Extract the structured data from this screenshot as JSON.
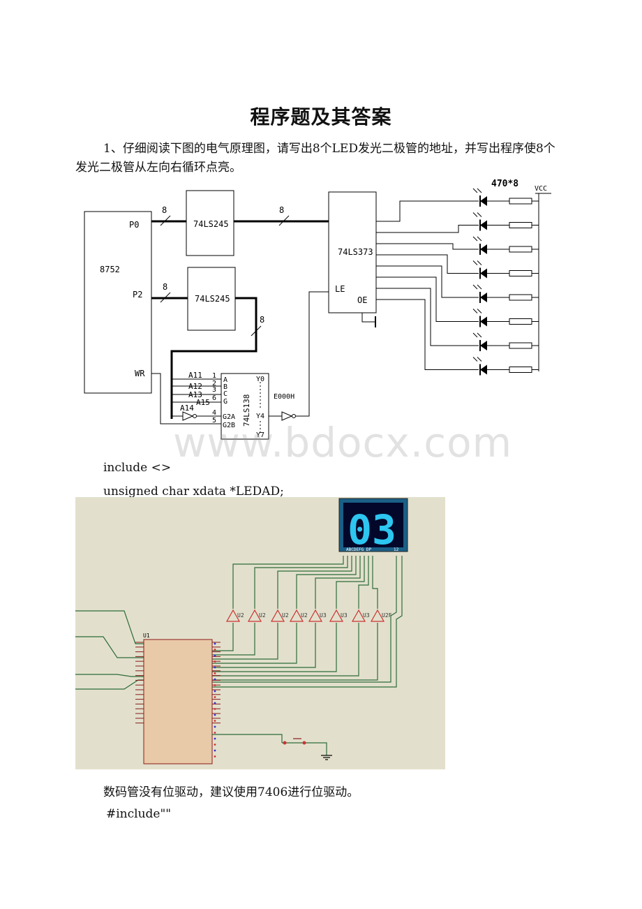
{
  "doc": {
    "title": "程序题及其答案",
    "question1": "1、仔细阅读下图的电气原理图，请写出8个LED发光二极管的地址，并写出程序使8个发光二极管从左向右循环点亮。",
    "code_include": "include <>",
    "code_decl": "unsigned char xdata *LEDAD;",
    "note": "数码管没有位驱动，建议使用7406进行位驱动。",
    "code_include2": "#include\"\"",
    "watermark": "www.bdocx.com"
  },
  "figure1": {
    "mcu": "8752",
    "p0": "P0",
    "p2": "P2",
    "wr": "WR",
    "buf1": "74LS245",
    "buf2": "74LS245",
    "latch": "74LS373",
    "le": "LE",
    "oe": "OE",
    "bus8": "8",
    "resistor_label": "470*8",
    "vcc": "VCC",
    "a11": "A11",
    "a12": "A12",
    "a13": "A13",
    "a14": "A14",
    "a15": "A15",
    "dec": "74LS138",
    "pin_a": "A",
    "pin_b": "B",
    "pin_c": "C",
    "pin_g": "G",
    "pin_g2a": "G2A",
    "pin_g2b": "G2B",
    "y0": "Y0",
    "y4": "Y4",
    "y7": "Y7",
    "n1": "1",
    "n2": "2",
    "n3": "3",
    "n4": "4",
    "n5": "5",
    "n6": "6",
    "addr": "E000H"
  },
  "figure2": {
    "display_digits": "03",
    "display_pins": "ABCDEFG  DP",
    "display_pins2": "12",
    "chip": "U1",
    "buf_labels": [
      "U2",
      "U2",
      "U2",
      "U2",
      "U3",
      "U3",
      "U3",
      "U2F"
    ]
  }
}
